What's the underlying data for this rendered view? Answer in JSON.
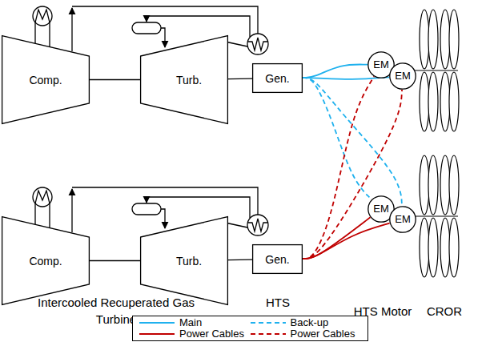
{
  "diagram": {
    "nodes": [
      {
        "text": [
          "Comp."
        ]
      },
      {
        "text": [
          "Turb."
        ]
      },
      {
        "text": [
          "Gen."
        ]
      },
      {
        "text": [
          "EM"
        ]
      },
      {
        "text": [
          "EM"
        ]
      },
      {
        "text": [
          "Comp."
        ]
      },
      {
        "text": [
          "Turb."
        ]
      },
      {
        "text": [
          "Gen."
        ]
      },
      {
        "text": [
          "EM"
        ]
      },
      {
        "text": [
          "EM"
        ]
      }
    ],
    "edges": [
      {
        "from": 0,
        "to": 1,
        "arrow": "none"
      },
      {
        "from": 1,
        "to": 2,
        "arrow": "none"
      },
      {
        "from": 2,
        "to": 3,
        "arrow": "none"
      },
      {
        "from": 2,
        "to": 4,
        "arrow": "none"
      },
      {
        "from": 2,
        "to": 8,
        "arrow": "none"
      },
      {
        "from": 2,
        "to": 9,
        "arrow": "none"
      },
      {
        "from": 5,
        "to": 6,
        "arrow": "none"
      },
      {
        "from": 6,
        "to": 7,
        "arrow": "none"
      },
      {
        "from": 7,
        "to": 8,
        "arrow": "none"
      },
      {
        "from": 7,
        "to": 9,
        "arrow": "none"
      },
      {
        "from": 7,
        "to": 3,
        "arrow": "none"
      },
      {
        "from": 7,
        "to": 4,
        "arrow": "none"
      }
    ],
    "labels": [
      "Intercooled Recuperated Gas Turbine",
      "HTS Generator",
      "HTS Motor",
      "CROR"
    ],
    "legend": [
      {
        "text": "Main"
      },
      {
        "text": "Back-up"
      },
      {
        "text": "Power Cables"
      },
      {
        "text": "Power Cables"
      }
    ]
  }
}
